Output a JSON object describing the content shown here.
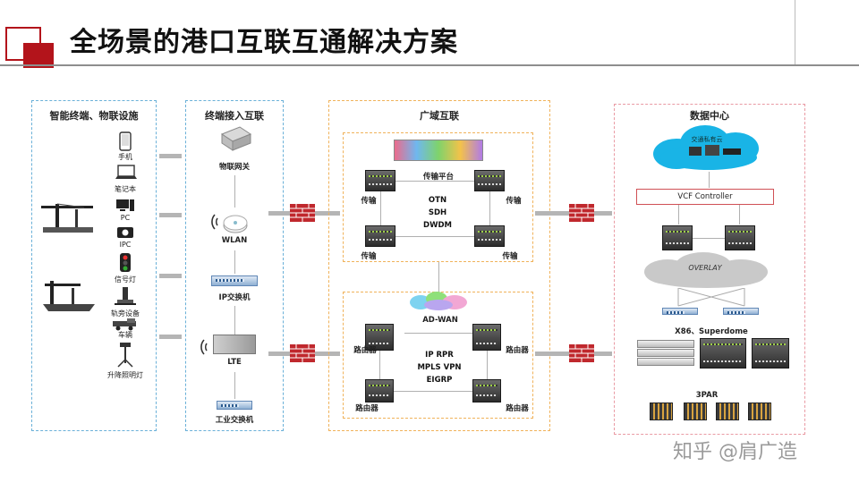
{
  "page": {
    "title": "全场景的港口互联互通解决方案",
    "watermark": "知乎 @肩广造"
  },
  "panels": {
    "terminals": {
      "title": "智能终端、物联设施",
      "items": [
        "手机",
        "笔记本",
        "PC",
        "IPC",
        "信号灯",
        "轨旁设备",
        "车辆",
        "升降照明灯"
      ]
    },
    "access": {
      "title": "终端接入互联",
      "items": [
        "物联网关",
        "WLAN",
        "IP交换机",
        "LTE",
        "工业交换机"
      ]
    },
    "wan": {
      "title": "广域互联",
      "transport": {
        "platform": "传输平台",
        "node_label": "传输",
        "protocols": [
          "OTN",
          "SDH",
          "DWDM"
        ]
      },
      "routing": {
        "adwan": "AD-WAN",
        "node_label": "路由器",
        "protocols": [
          "IP RPR",
          "MPLS VPN",
          "EIGRP"
        ]
      }
    },
    "datacenter": {
      "title": "数据中心",
      "cloud_label": "交通私有云",
      "controller": "VCF Controller",
      "cloud2_label": "OVERLAY",
      "x86": "X86、Superdome",
      "storage": "3PAR"
    }
  },
  "colors": {
    "accent": "#b3141b",
    "panel_blue": "#6ab0d8",
    "panel_orange": "#f0b25a",
    "panel_pink": "#e99aa3",
    "firewall": "#c0282d",
    "cloud_blue": "#19b4e6"
  }
}
